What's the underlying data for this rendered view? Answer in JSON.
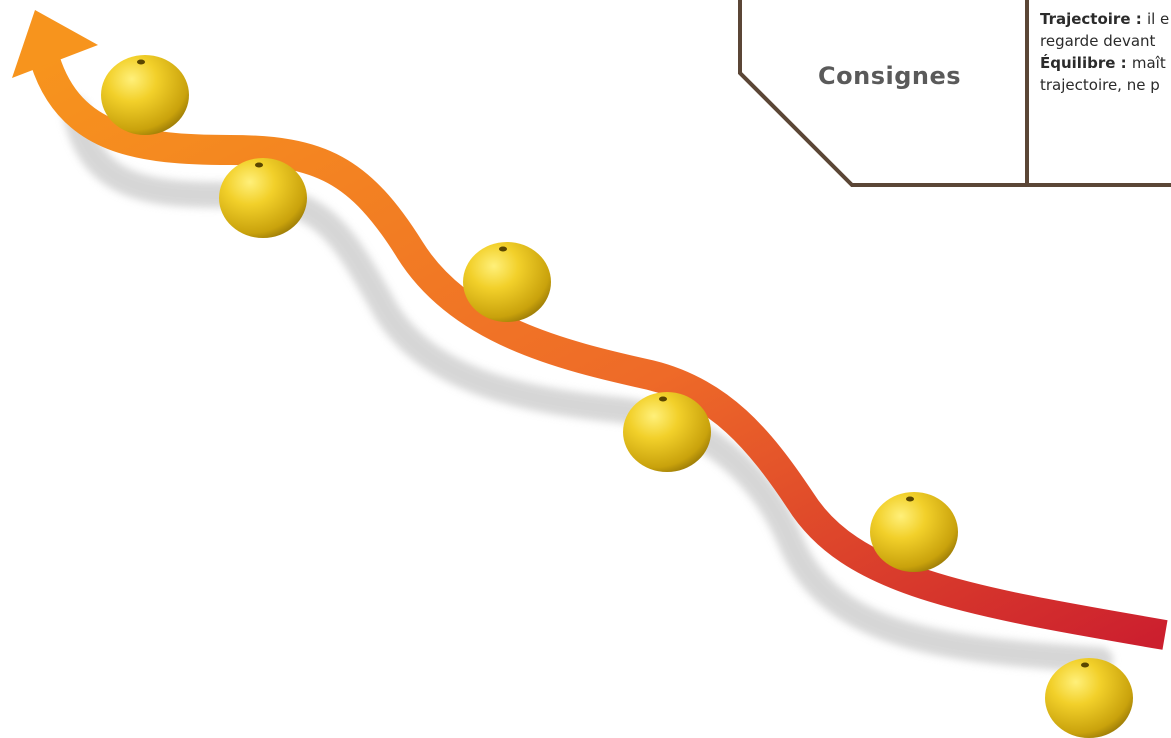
{
  "consignes": {
    "title": "Consignes",
    "lines": [
      {
        "bold": "Trajectoire : ",
        "text": "il e"
      },
      {
        "bold": "",
        "text": "regarde devant"
      },
      {
        "bold": "Équilibre : ",
        "text": "maît"
      },
      {
        "bold": "",
        "text": "trajectoire, ne p"
      }
    ]
  },
  "colors": {
    "arrow_start": "#f7941d",
    "arrow_end": "#cc1f2e",
    "shadow": "#cfcfcf",
    "dome": "#e6c21a",
    "border": "#5b4636"
  },
  "domes": {
    "count": 6,
    "icon": "half-ball-dome"
  }
}
